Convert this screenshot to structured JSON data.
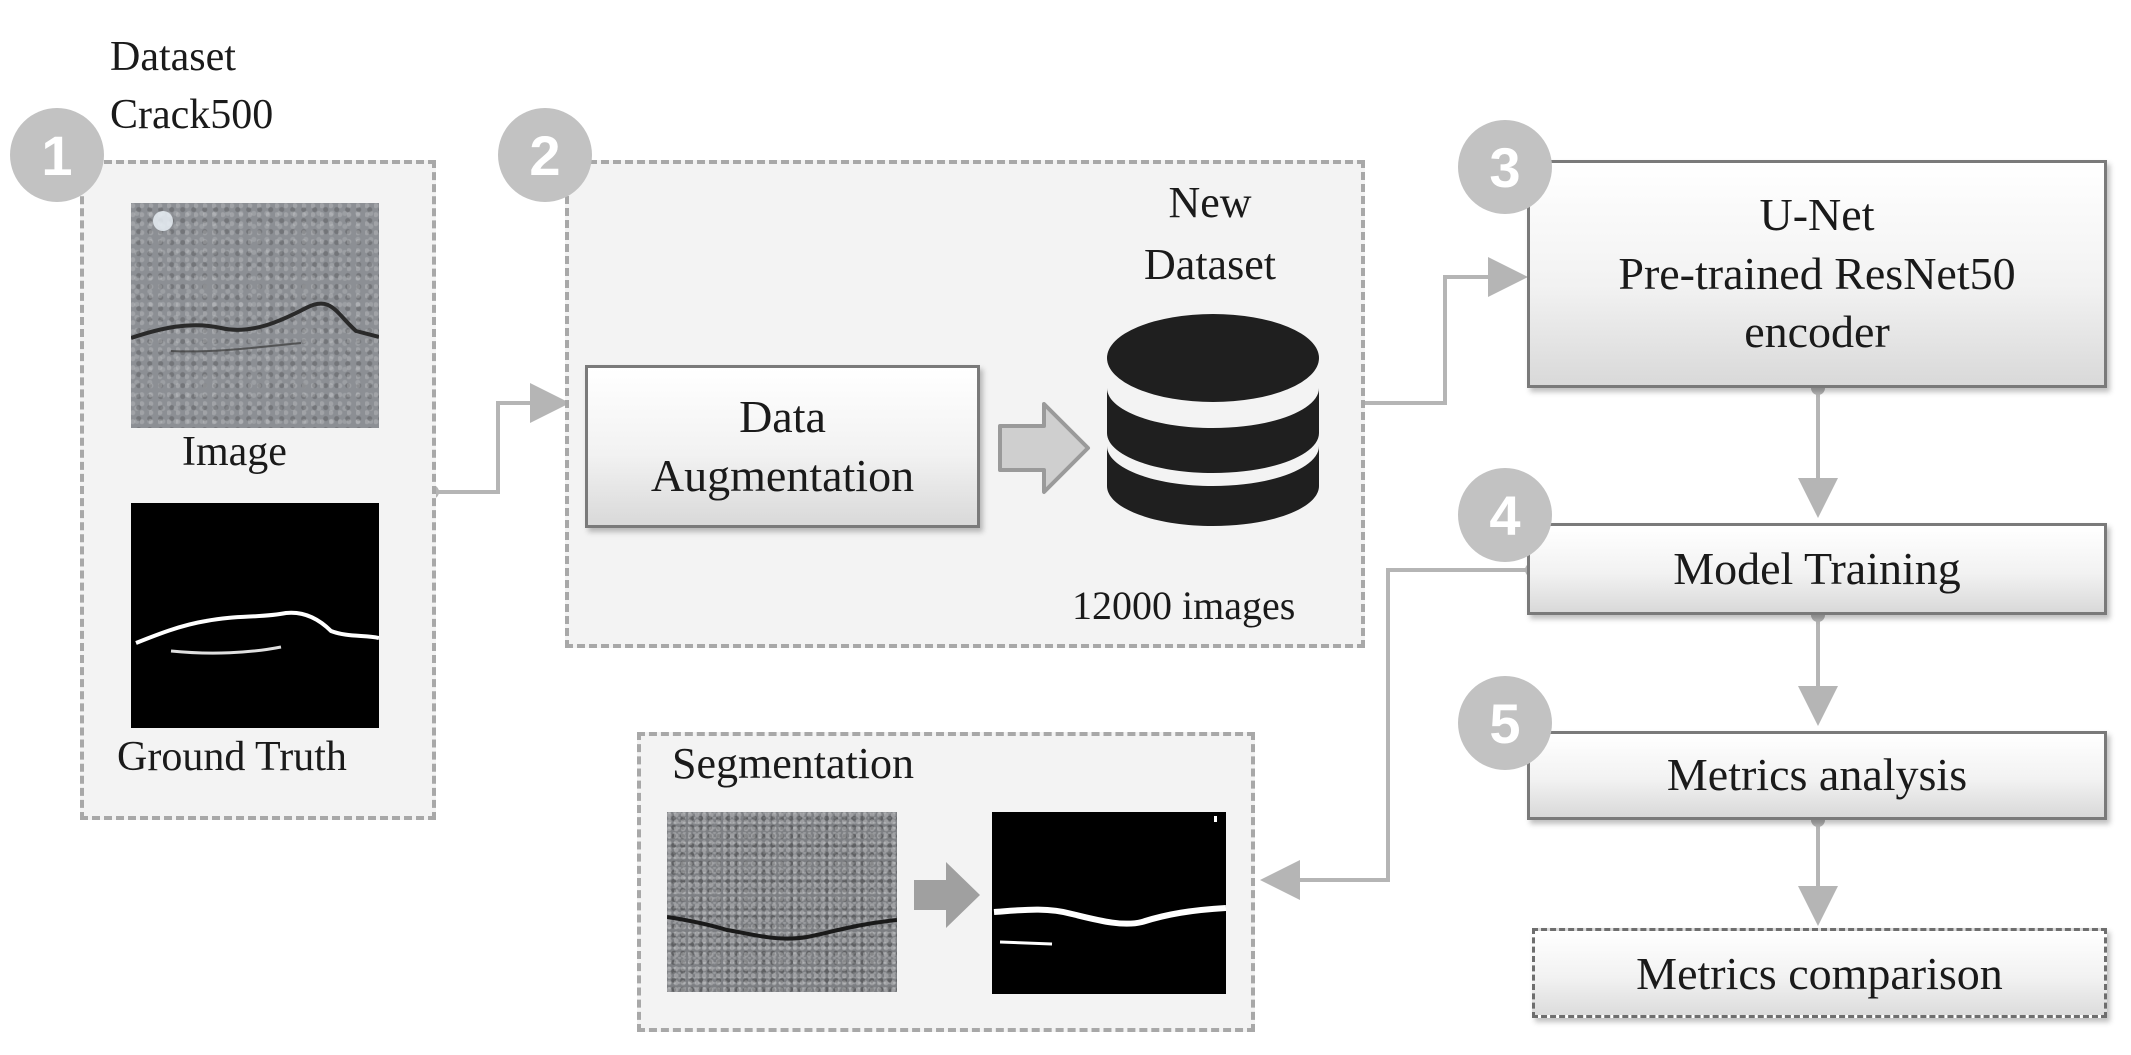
{
  "dataset": {
    "title_line1": "Dataset",
    "title_line2": "Crack500",
    "image_label": "Image",
    "gt_label": "Ground Truth"
  },
  "augmentation": {
    "box_line1": "Data",
    "box_line2": "Augmentation",
    "new_dataset_line1": "New",
    "new_dataset_line2": "Dataset",
    "count_label": "12000 images"
  },
  "model": {
    "line1": "U-Net",
    "line2": "Pre-trained ResNet50",
    "line3": "encoder"
  },
  "training": {
    "label": "Model Training"
  },
  "metrics": {
    "label": "Metrics analysis"
  },
  "comparison": {
    "label": "Metrics comparison"
  },
  "segmentation": {
    "label": "Segmentation"
  },
  "steps": [
    "1",
    "2",
    "3",
    "4",
    "5"
  ],
  "colors": {
    "badge": "#c2c2c2",
    "connector": "#b5b5b5",
    "database": "#1f1f1f",
    "panel_bg": "#f3f3f3",
    "crack_mask": "#ffffff"
  },
  "icons": {
    "database": "database-icon",
    "flow_arrow": "block-arrow-icon"
  }
}
